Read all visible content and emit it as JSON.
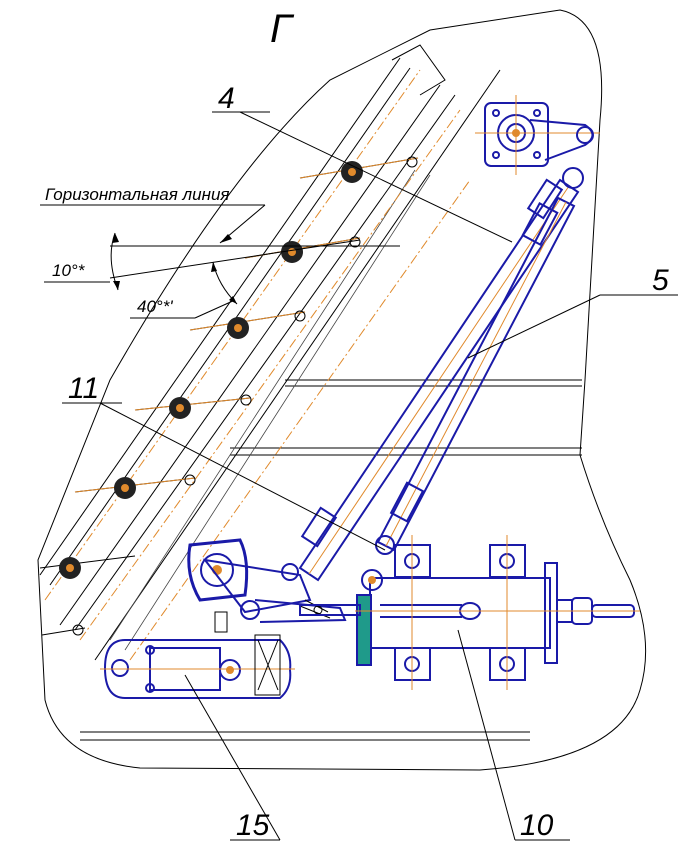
{
  "view_label": "Г",
  "callouts": {
    "c4": "4",
    "c5": "5",
    "c11": "11",
    "c15": "15",
    "c10": "10"
  },
  "dimensions": {
    "horizontal_line": "Горизонтальная линия",
    "angle_10": "10°*",
    "angle_40": "40°*'"
  },
  "colors": {
    "outline": "#000000",
    "mechanism": "#1a1aa8",
    "centerline": "#e08a2c",
    "fastener": "#000000"
  }
}
